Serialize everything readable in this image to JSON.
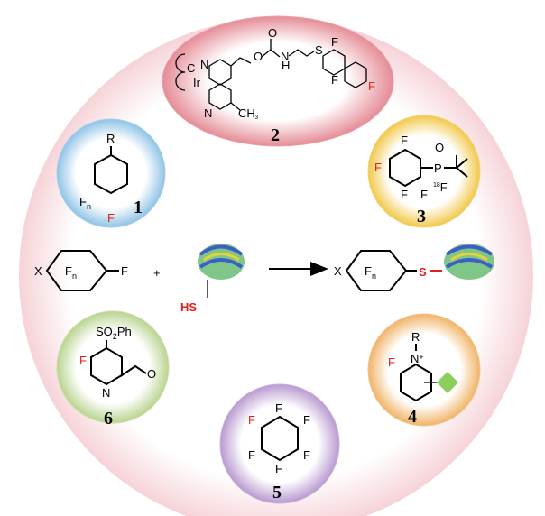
{
  "figure": {
    "compounds": [
      {
        "number": "1",
        "labels": {
          "R": "R",
          "Fn": "F",
          "n": "n",
          "F": "F"
        }
      },
      {
        "number": "2",
        "labels": {
          "Ir": "Ir",
          "N": "N",
          "C": "C",
          "O": "O",
          "H": "H",
          "S": "S",
          "CH3": "CH",
          "sub3": "3",
          "F": "F"
        }
      },
      {
        "number": "3",
        "labels": {
          "F": "F",
          "P": "P",
          "O": "O",
          "iso": "18",
          "F18": "F"
        }
      },
      {
        "number": "4",
        "labels": {
          "R": "R",
          "N": "N",
          "plus": "+",
          "F": "F"
        }
      },
      {
        "number": "5",
        "labels": {
          "F": "F"
        }
      },
      {
        "number": "6",
        "labels": {
          "SO2Ph": "SO",
          "sub2": "2",
          "Ph": "Ph",
          "F": "F",
          "N": "N",
          "O": "O"
        }
      }
    ],
    "reaction": {
      "reactant_X": "X",
      "reactant_F": "F",
      "reactant_Fn": "F",
      "n": "n",
      "plus": "+",
      "thiol": "HS",
      "product_X": "X",
      "product_Fn": "F",
      "product_S": "S"
    },
    "colors": {
      "outer": "#f4c9cf",
      "c1": "#8fc3e6",
      "c2": "#e58c96",
      "c3": "#f2c84a",
      "c4": "#f1b367",
      "c5": "#b99ad0",
      "c6": "#b9d48f",
      "fluorine": "#e0201f",
      "diamond": "#8ccf5a"
    }
  }
}
